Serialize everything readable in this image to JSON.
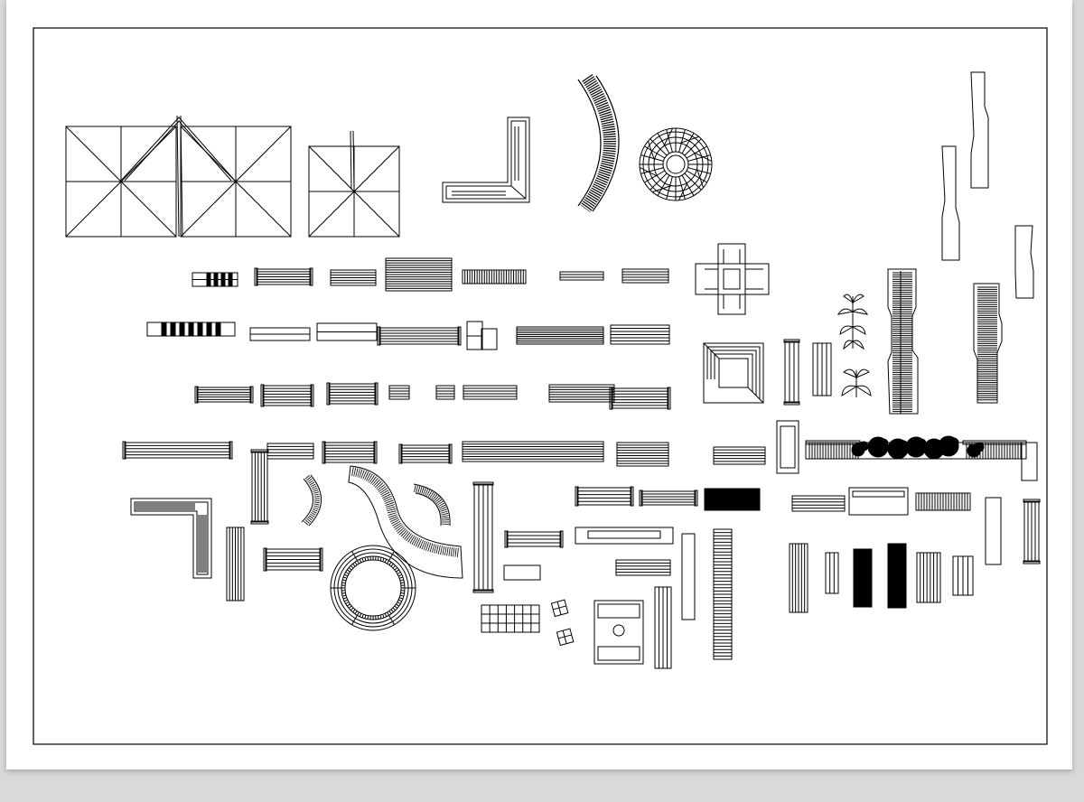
{
  "canvas": {
    "background": "#d9d9d9",
    "sheet_color": "#ffffff",
    "line_color": "#000000"
  },
  "groups": [
    {
      "id": "umbrellas",
      "count": 3
    },
    {
      "id": "corner-bench-top",
      "count": 1
    },
    {
      "id": "curved-bench-arc",
      "count": 1
    },
    {
      "id": "round-tree-bench",
      "count": 1
    },
    {
      "id": "bench-row-1",
      "count": 7
    },
    {
      "id": "bench-row-2",
      "count": 8
    },
    {
      "id": "bench-row-3",
      "count": 8
    },
    {
      "id": "bench-row-4",
      "count": 8
    },
    {
      "id": "cross-planter-bench",
      "count": 1
    },
    {
      "id": "square-planter-bench",
      "count": 1
    },
    {
      "id": "palm-plants",
      "count": 2
    },
    {
      "id": "long-vertical-benches",
      "count": 2
    },
    {
      "id": "wall-strips",
      "count": 3
    },
    {
      "id": "hedge-planter-bench",
      "count": 1
    },
    {
      "id": "lower-benches",
      "count": 22
    },
    {
      "id": "s-curve-bench",
      "count": 1
    },
    {
      "id": "ring-bench",
      "count": 1
    },
    {
      "id": "grid-tables",
      "count": 3
    },
    {
      "id": "kiosk",
      "count": 1
    }
  ]
}
